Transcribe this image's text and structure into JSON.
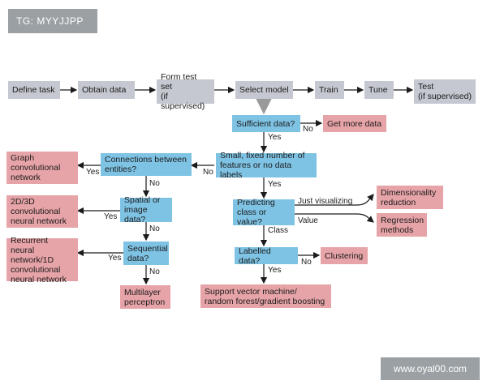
{
  "watermarks": {
    "top_left": "TG: MYYJJPP",
    "bottom_right": "www.oyal00.com"
  },
  "pipeline": {
    "define_task": "Define task",
    "obtain_data": "Obtain data",
    "form_test_set": "Form test set\n(if supervised)",
    "select_model": "Select model",
    "train": "Train",
    "tune": "Tune",
    "test": "Test\n(if supervised)"
  },
  "nodes": {
    "sufficient_data": "Sufficient data?",
    "get_more_data": "Get more data",
    "small_fixed": "Small, fixed number of\nfeatures or no data labels",
    "connections": "Connections between\nentities?",
    "graph_cnn": "Graph\nconvolutional\nnetwork",
    "spatial": "Spatial or\nimage data?",
    "cnn_2d3d": "2D/3D\nconvolutional\nneural network",
    "sequential": "Sequential\ndata?",
    "recurrent": "Recurrent neural\nnetwork/1D\nconvolutional\nneural network",
    "mlp": "Multilayer\nperceptron",
    "predicting": "Predicting\nclass or value?",
    "dim_reduction": "Dimensionality\nreduction",
    "regression": "Regression\nmethods",
    "labelled": "Labelled data?",
    "clustering": "Clustering",
    "svm": "Support vector machine/\nrandom forest/gradient boosting"
  },
  "edge_labels": {
    "sufficient_no": "No",
    "sufficient_yes": "Yes",
    "small_no": "No",
    "small_yes": "Yes",
    "connections_yes": "Yes",
    "connections_no": "No",
    "spatial_yes": "Yes",
    "spatial_no": "No",
    "sequential_yes": "Yes",
    "sequential_no": "No",
    "just_visualizing": "Just visualizing",
    "value": "Value",
    "class": "Class",
    "labelled_no": "No",
    "labelled_yes": "Yes"
  },
  "colors": {
    "pipeline_box": "#c5c8d0",
    "question_box": "#7fc3e4",
    "outcome_box": "#e7a4a8",
    "arrow": "#1b1b1b",
    "highlight_arrow": "#9a9a9a"
  }
}
